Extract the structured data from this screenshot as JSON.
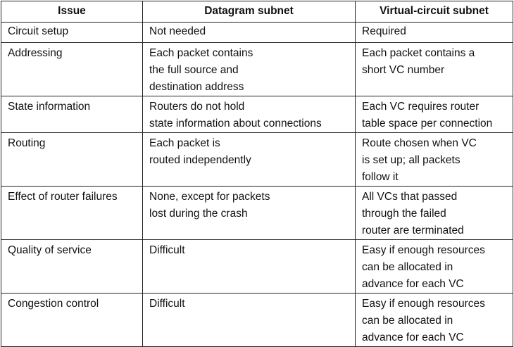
{
  "table": {
    "headers": [
      "Issue",
      "Datagram subnet",
      "Virtual-circuit subnet"
    ],
    "rows": [
      {
        "issue": [
          "Circuit setup"
        ],
        "datagram": [
          "Not needed"
        ],
        "vc": [
          "Required"
        ]
      },
      {
        "issue": [
          "Addressing"
        ],
        "datagram": [
          "Each packet contains",
          "the full source and",
          "destination address"
        ],
        "vc": [
          "Each packet contains a",
          "short VC number"
        ]
      },
      {
        "issue": [
          "State information"
        ],
        "datagram": [
          "Routers do not hold",
          "state information about connections"
        ],
        "vc": [
          "Each VC requires router",
          "table space per connection"
        ]
      },
      {
        "issue": [
          "Routing"
        ],
        "datagram": [
          "Each packet is",
          "routed independently"
        ],
        "vc": [
          "Route chosen when VC",
          "is set up; all packets",
          "follow it"
        ]
      },
      {
        "issue": [
          "Effect of router failures"
        ],
        "datagram": [
          "None, except for packets",
          "lost during the crash"
        ],
        "vc": [
          "All VCs that passed",
          "through the failed",
          "router are terminated"
        ]
      },
      {
        "issue": [
          "Quality of service"
        ],
        "datagram": [
          "Difficult"
        ],
        "vc": [
          "Easy if enough resources",
          "can be allocated in",
          "advance for each VC"
        ]
      },
      {
        "issue": [
          "Congestion control"
        ],
        "datagram": [
          "Difficult"
        ],
        "vc": [
          "Easy if enough resources",
          "can be allocated in",
          "advance for each VC"
        ]
      }
    ]
  }
}
